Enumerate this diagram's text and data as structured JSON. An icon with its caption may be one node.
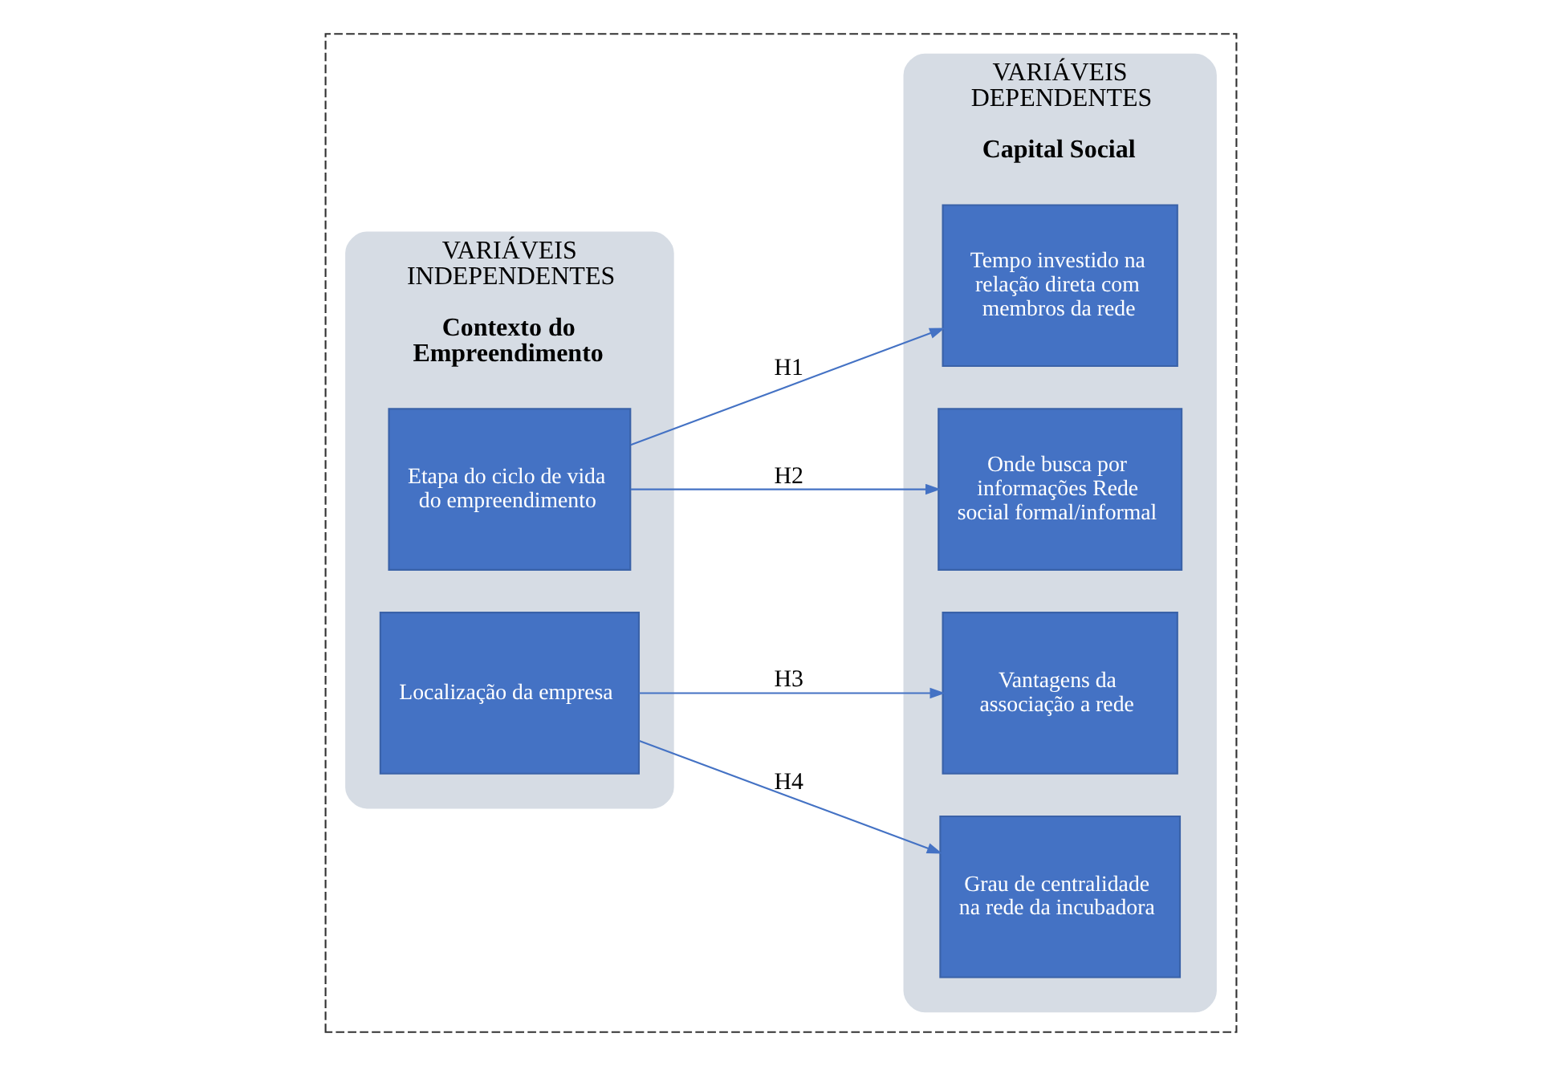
{
  "diagram": {
    "nodes": [
      {
        "text": [],
        "shape": "box"
      },
      {
        "text": [
          "VARIÁVEIS INDEPENDENTES",
          "Contexto do Empreendimento"
        ],
        "in": 0
      },
      {
        "text": [
          "Etapa do ciclo de vida do empreendimento"
        ],
        "in": 1
      },
      {
        "text": [
          "Localização da empresa"
        ],
        "in": 1
      },
      {
        "text": [
          "VARIÁVEIS DEPENDENTES",
          "Capital Social"
        ],
        "in": 0
      },
      {
        "text": [
          "Tempo investido na relação direta com membros da rede"
        ],
        "in": 4
      },
      {
        "text": [
          "Onde busca por informações Rede social formal/informal"
        ],
        "in": 4
      },
      {
        "text": [
          "Vantagens da associação a rede"
        ],
        "in": 4
      },
      {
        "text": [
          "Grau de centralidade na rede da incubadora"
        ],
        "in": 4
      }
    ],
    "edges": [
      {
        "from": 2,
        "to": 5,
        "arrow": "to",
        "label": "H1"
      },
      {
        "from": 2,
        "to": 6,
        "arrow": "to",
        "label": "H2"
      },
      {
        "from": 3,
        "to": 7,
        "arrow": "to",
        "label": "H3"
      },
      {
        "from": 3,
        "to": 8,
        "arrow": "to",
        "label": "H4"
      }
    ]
  }
}
